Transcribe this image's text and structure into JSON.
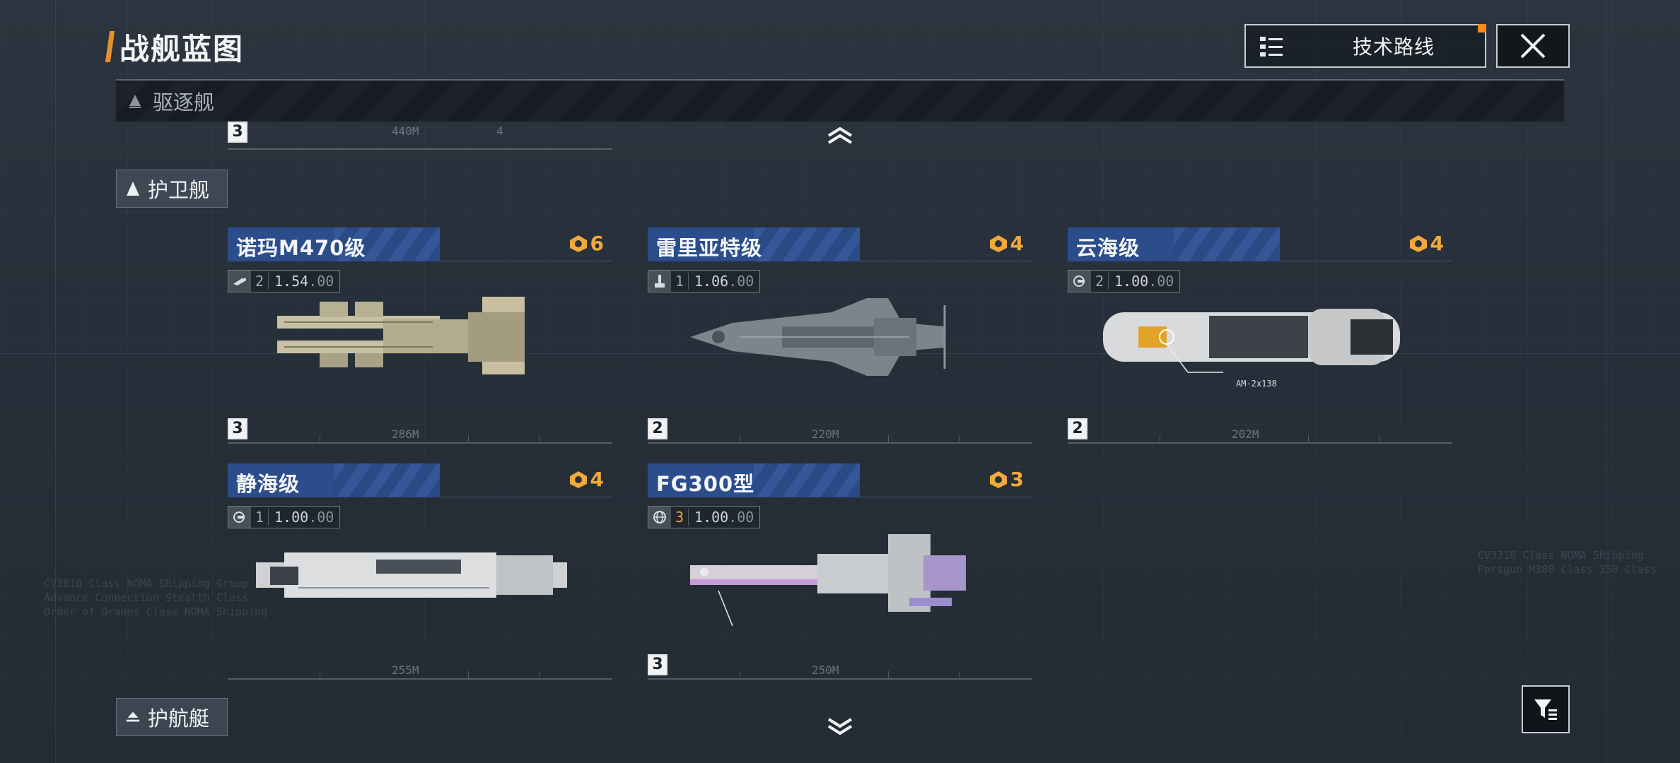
{
  "header": {
    "title": "战舰蓝图",
    "tech_route_label": "技术路线"
  },
  "categories": {
    "destroyer": "驱逐舰",
    "frigate": "护卫舰",
    "corvette": "护航艇"
  },
  "partial_row": {
    "level": "3",
    "length": "440M",
    "tick": "4"
  },
  "ships": [
    {
      "name": "诺玛M470级",
      "cost": "6",
      "tier": "2",
      "rating": "1.54",
      "rating_suffix": ".00",
      "level": "3",
      "length": "286M",
      "icon": "missile-icon"
    },
    {
      "name": "雷里亚特级",
      "cost": "4",
      "tier": "1",
      "rating": "1.06",
      "rating_suffix": ".00",
      "level": "2",
      "length": "220M",
      "icon": "turret-icon"
    },
    {
      "name": "云海级",
      "cost": "4",
      "tier": "2",
      "rating": "1.00",
      "rating_suffix": ".00",
      "level": "2",
      "length": "202M",
      "icon": "drone-icon"
    },
    {
      "name": "静海级",
      "cost": "4",
      "tier": "1",
      "rating": "1.00",
      "rating_suffix": ".00",
      "level": "",
      "length": "255M",
      "icon": "drone-icon"
    },
    {
      "name": "FG300型",
      "cost": "3",
      "tier": "3",
      "rating": "1.00",
      "rating_suffix": ".00",
      "level": "3",
      "length": "250M",
      "icon": "globe-icon"
    }
  ],
  "callout": "AM-2x138",
  "colors": {
    "accent": "#e8912a",
    "name_bar": "#2c4d8c",
    "cost": "#f2a93b"
  }
}
